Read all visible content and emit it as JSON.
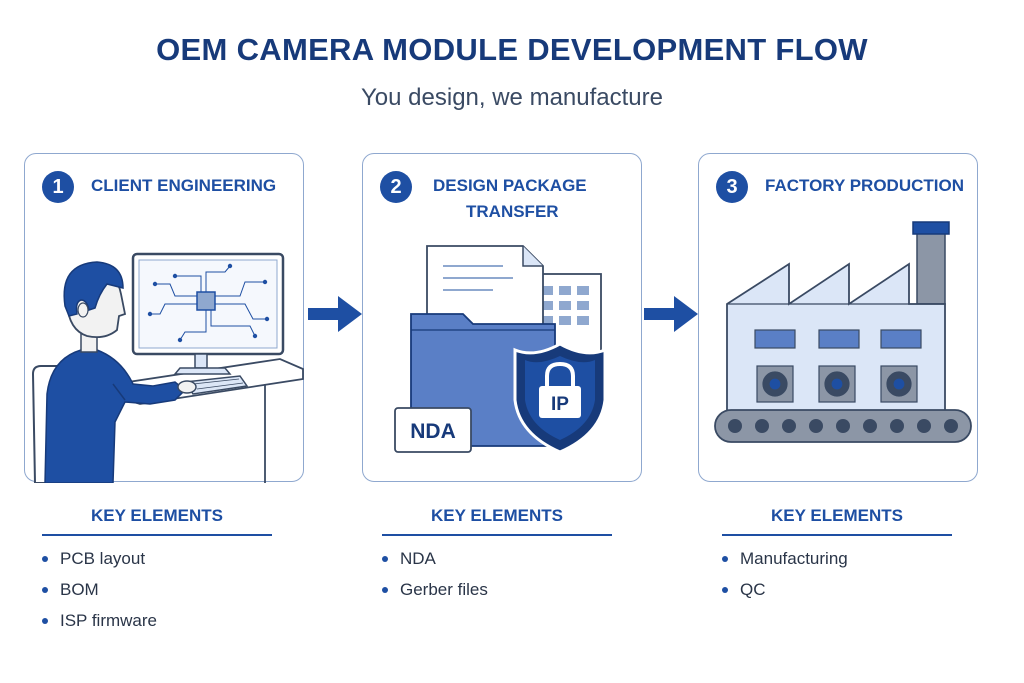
{
  "header": {
    "title": "OEM CAMERA MODULE DEVELOPMENT FLOW",
    "subtitle": "You design, we manufacture"
  },
  "stages": [
    {
      "number": "1",
      "title": "CLIENT ENGINEERING",
      "key_heading": "KEY ELEMENTS",
      "key_items": [
        "PCB layout",
        "BOM",
        "ISP firmware"
      ]
    },
    {
      "number": "2",
      "title_line1": "DESIGN PACKAGE",
      "title_line2": "TRANSFER",
      "nda_label": "NDA",
      "ip_label": "IP",
      "key_heading": "KEY ELEMENTS",
      "key_items": [
        "NDA",
        "Gerber files"
      ]
    },
    {
      "number": "3",
      "title": "FACTORY PRODUCTION",
      "key_heading": "KEY ELEMENTS",
      "key_items": [
        "Manufacturing",
        "QC"
      ]
    }
  ],
  "colors": {
    "primary": "#1e4fa3",
    "title": "#173a7a",
    "panel_border": "#8fa8cf",
    "light_blue": "#dbe6f7"
  }
}
